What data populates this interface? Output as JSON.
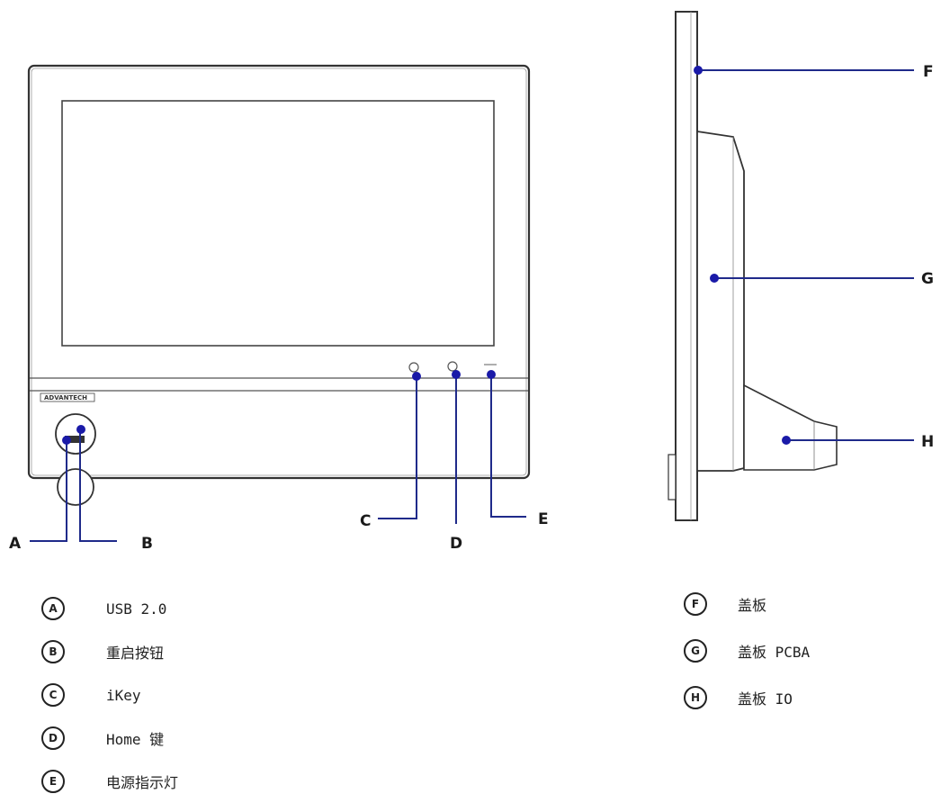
{
  "front_view": {
    "brand": "ADVANTECH",
    "callouts": [
      {
        "letter": "A"
      },
      {
        "letter": "B"
      },
      {
        "letter": "C"
      },
      {
        "letter": "D"
      },
      {
        "letter": "E"
      }
    ]
  },
  "side_view": {
    "callouts": [
      {
        "letter": "F"
      },
      {
        "letter": "G"
      },
      {
        "letter": "H"
      }
    ]
  },
  "legend_left": [
    {
      "letter": "A",
      "text": "USB 2.0"
    },
    {
      "letter": "B",
      "text": "重启按钮"
    },
    {
      "letter": "C",
      "text": "iKey"
    },
    {
      "letter": "D",
      "text": "Home 键"
    },
    {
      "letter": "E",
      "text": "电源指示灯"
    }
  ],
  "legend_right": [
    {
      "letter": "F",
      "text": "盖板"
    },
    {
      "letter": "G",
      "text": "盖板 PCBA"
    },
    {
      "letter": "H",
      "text": "盖板 IO"
    }
  ],
  "colors": {
    "outline": "#333333",
    "leader": "#1f2a8a",
    "dot": "#1a1aa8"
  }
}
